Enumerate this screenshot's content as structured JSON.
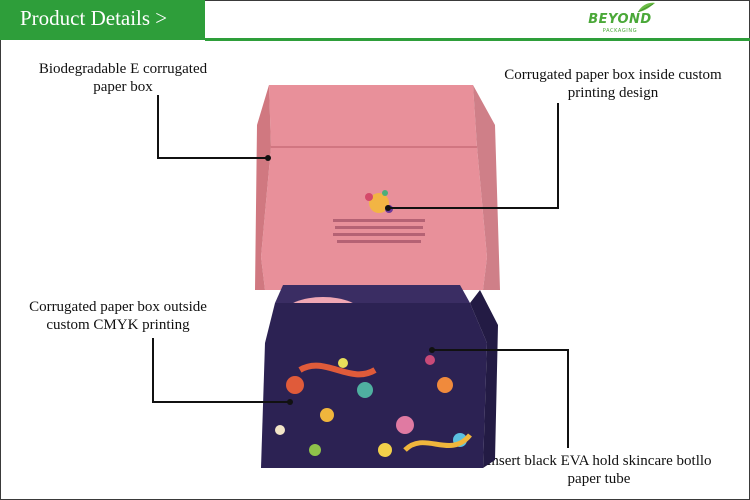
{
  "header": {
    "title": "Product Details >",
    "brand": "BEYOND",
    "brand_sub": "PACKAGING",
    "accent_color": "#2e9e3a"
  },
  "callouts": {
    "top_left": [
      "Biodegradable E corrugated",
      "paper box"
    ],
    "top_right": [
      "Corrugated paper box inside custom",
      "printing design"
    ],
    "middle_left": [
      "Corrugated paper box outside",
      "custom CMYK printing"
    ],
    "bottom_right": [
      "Insert black EVA hold skincare botllo",
      "paper tube"
    ]
  },
  "box_colors": {
    "lid_inside": "#e8909a",
    "outside_navy": "#2c2253"
  }
}
